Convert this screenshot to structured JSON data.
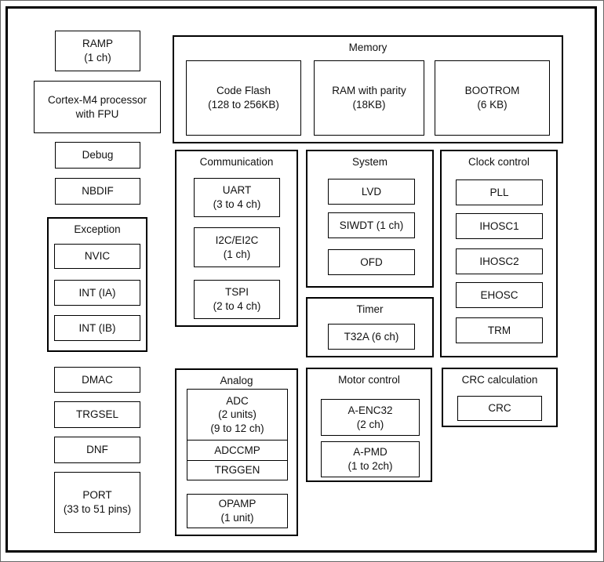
{
  "diagram": {
    "type": "mcu-block-diagram",
    "colors": {
      "border": "#000000",
      "background": "#ffffff",
      "text": "#111111"
    }
  },
  "blocks": {
    "ramp": {
      "label": "RAMP\n(1 ch)"
    },
    "cortex": {
      "label": "Cortex-M4 processor\nwith FPU"
    },
    "debug": {
      "label": "Debug"
    },
    "nbdif": {
      "label": "NBDIF"
    },
    "exception": {
      "title": "Exception",
      "items": {
        "nvic": "NVIC",
        "int_ia": "INT (IA)",
        "int_ib": "INT (IB)"
      }
    },
    "dmac": {
      "label": "DMAC"
    },
    "trgsel": {
      "label": "TRGSEL"
    },
    "dnf": {
      "label": "DNF"
    },
    "port": {
      "label": "PORT\n(33 to 51 pins)"
    },
    "memory": {
      "title": "Memory",
      "items": {
        "code_flash": "Code Flash\n(128 to 256KB)",
        "ram": "RAM with parity\n(18KB)",
        "bootrom": "BOOTROM\n(6 KB)"
      }
    },
    "communication": {
      "title": "Communication",
      "items": {
        "uart": "UART\n(3 to 4 ch)",
        "i2c": "I2C/EI2C\n(1 ch)",
        "tspi": "TSPI\n(2 to 4 ch)"
      }
    },
    "system": {
      "title": "System",
      "items": {
        "lvd": "LVD",
        "siwdt": "SIWDT (1 ch)",
        "ofd": "OFD"
      }
    },
    "timer": {
      "title": "Timer",
      "items": {
        "t32a": "T32A (6 ch)"
      }
    },
    "clock_control": {
      "title": "Clock control",
      "items": {
        "pll": "PLL",
        "ihosc1": "IHOSC1",
        "ihosc2": "IHOSC2",
        "ehosc": "EHOSC",
        "trm": "TRM"
      }
    },
    "analog": {
      "title": "Analog",
      "items": {
        "adc": "ADC\n(2 units)\n(9 to 12 ch)",
        "adccmp": "ADCCMP",
        "trggen": "TRGGEN",
        "opamp": "OPAMP\n(1 unit)"
      }
    },
    "motor_control": {
      "title": "Motor control",
      "items": {
        "a_enc32": "A-ENC32\n(2 ch)",
        "a_pmd": "A-PMD\n(1 to 2ch)"
      }
    },
    "crc_calculation": {
      "title": "CRC calculation",
      "items": {
        "crc": "CRC"
      }
    }
  }
}
